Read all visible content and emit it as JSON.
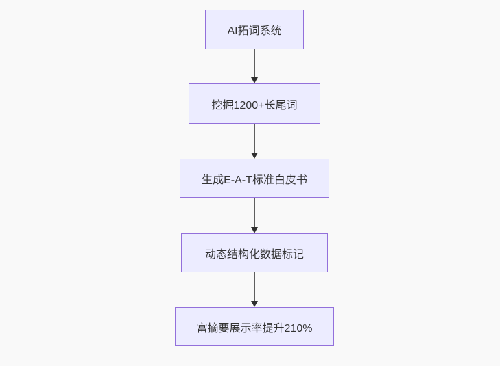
{
  "diagram": {
    "type": "flowchart",
    "direction": "top-down",
    "nodes": [
      {
        "id": "node-1",
        "label": "AI拓词系统"
      },
      {
        "id": "node-2",
        "label": "挖掘1200+长尾词"
      },
      {
        "id": "node-3",
        "label": "生成E-A-T标准白皮书"
      },
      {
        "id": "node-4",
        "label": "动态结构化数据标记"
      },
      {
        "id": "node-5",
        "label": "富摘要展示率提升210%"
      }
    ],
    "edges": [
      {
        "from": "node-1",
        "to": "node-2",
        "arrow": "down"
      },
      {
        "from": "node-2",
        "to": "node-3",
        "arrow": "down"
      },
      {
        "from": "node-3",
        "to": "node-4",
        "arrow": "down"
      },
      {
        "from": "node-4",
        "to": "node-5",
        "arrow": "down"
      }
    ],
    "colors": {
      "node_fill": "#ECECFF",
      "node_border": "#9370DB",
      "node_text": "#333333",
      "edge_line": "#5e5e5e",
      "arrowhead": "#2f2f2f",
      "background": "#f9f9f9"
    }
  }
}
